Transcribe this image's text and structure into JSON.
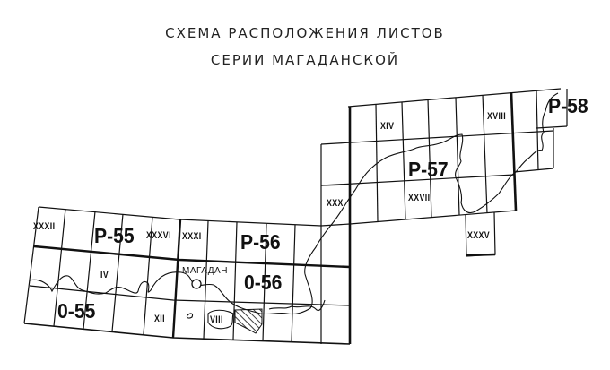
{
  "title": {
    "line1": "СХЕМА РАСПОЛОЖЕНИЯ ЛИСТОВ",
    "line2": "СЕРИИ МАГАДАНСКОЙ"
  },
  "sheets": {
    "p55": "P-55",
    "p56": "P-56",
    "p57": "P-57",
    "p58": "P-58",
    "o55": "0-55",
    "o56": "0-56"
  },
  "subsheets": {
    "xxxii": "XXXII",
    "xxxvi": "XXXVI",
    "xxxi": "XXXI",
    "iv": "IV",
    "xii": "XII",
    "viii": "VIII",
    "xxx": "XXX",
    "xiv": "XIV",
    "xxvii": "XXVII",
    "xviii": "XVIII",
    "xxxv": "XXXV"
  },
  "city": {
    "name": "МАГАДАН"
  },
  "colors": {
    "ink": "#111111",
    "paper": "#ffffff"
  }
}
